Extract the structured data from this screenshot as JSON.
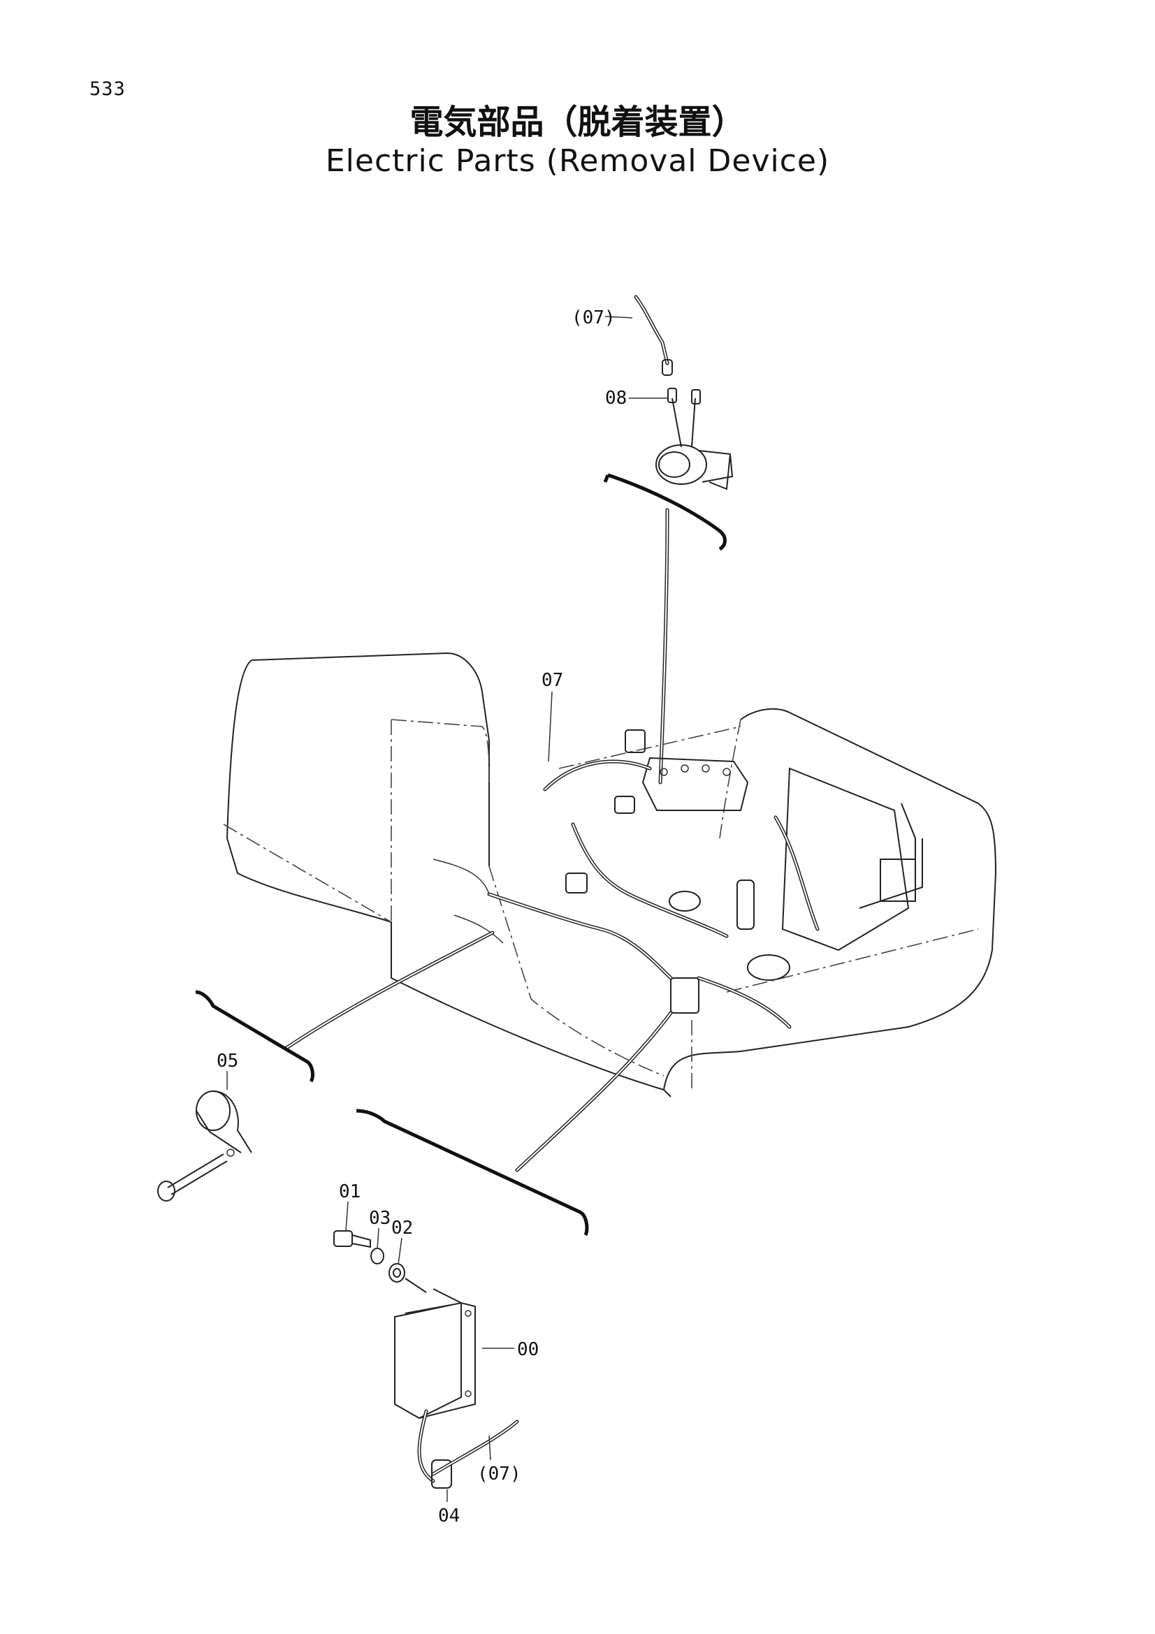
{
  "page": {
    "number": "533",
    "title_ja": "電気部品（脱着装置）",
    "title_en": "Electric Parts (Removal Device)"
  },
  "callouts": {
    "c07_top": "(07)",
    "c08": "08",
    "c07_main": "07",
    "c05": "05",
    "c01": "01",
    "c03": "03",
    "c02": "02",
    "c00": "00",
    "c07_bottom": "(07)",
    "c04": "04"
  }
}
